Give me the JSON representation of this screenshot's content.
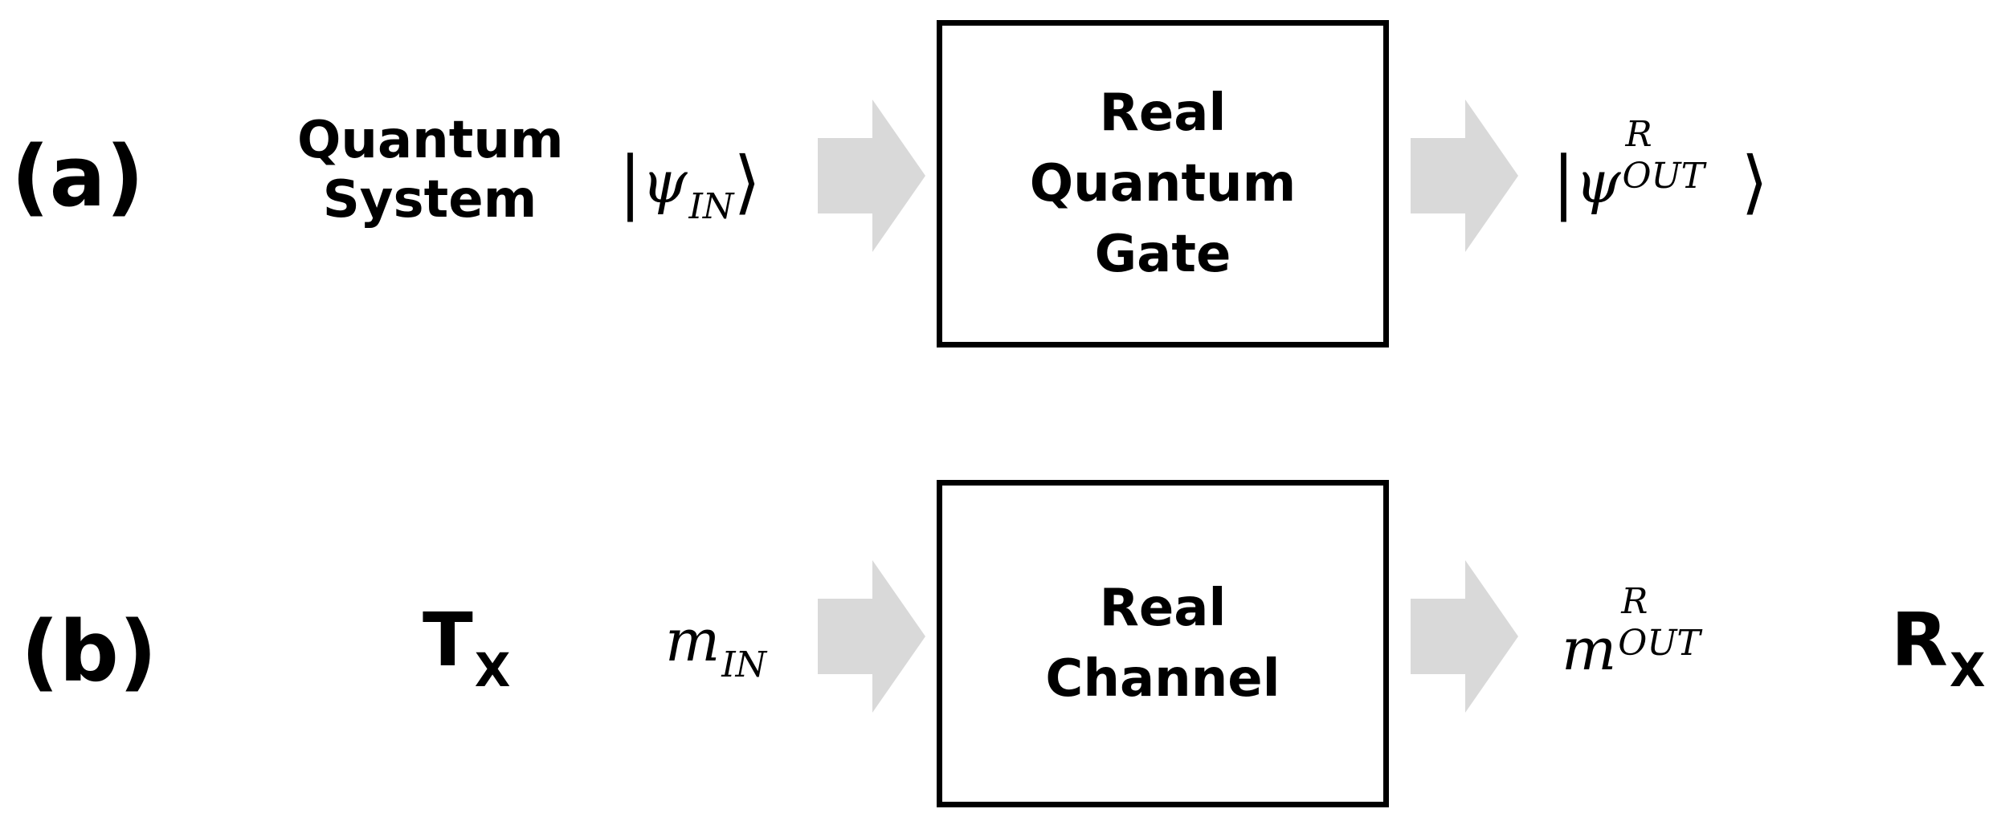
{
  "colors": {
    "arrow": "#d9d9d9",
    "box_border": "#000000",
    "text": "#000000"
  },
  "panel_a": {
    "label": "(a)",
    "source_line1": "Quantum",
    "source_line2": "System",
    "input_symbol": "ψ",
    "input_subscript": "IN",
    "box_line1": "Real",
    "box_line2": "Quantum",
    "box_line3": "Gate",
    "output_symbol": "ψ",
    "output_superscript": "R",
    "output_subscript": "OUT"
  },
  "panel_b": {
    "label": "(b)",
    "transmitter": "T",
    "transmitter_subscript": "X",
    "input_symbol": "m",
    "input_subscript": "IN",
    "box_line1": "Real",
    "box_line2": "Channel",
    "output_symbol": "m",
    "output_superscript": "R",
    "output_subscript": "OUT",
    "receiver": "R",
    "receiver_subscript": "X"
  }
}
